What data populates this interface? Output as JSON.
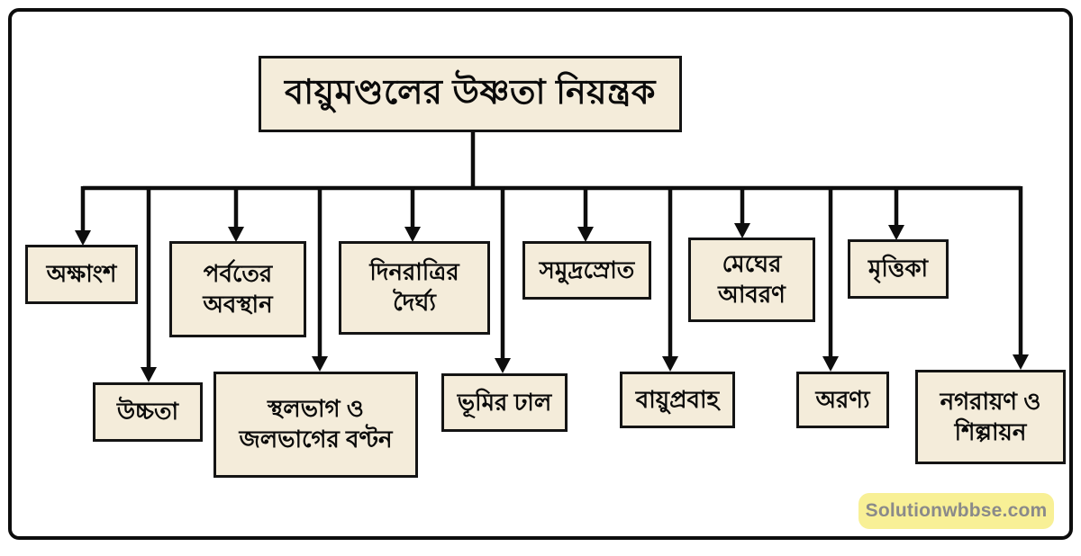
{
  "title": {
    "label": "বায়ুমণ্ডলের উষ্ণতা নিয়ন্ত্রক"
  },
  "nodes": [
    {
      "id": "latitude",
      "label": "অক্ষাংশ",
      "row": 1
    },
    {
      "id": "mountain-position",
      "label": "পর্বতের\nঅবস্থান",
      "row": 1
    },
    {
      "id": "day-night-length",
      "label": "দিনরাত্রির\nদৈর্ঘ্য",
      "row": 1
    },
    {
      "id": "ocean-currents",
      "label": "সমুদ্রস্রোত",
      "row": 1
    },
    {
      "id": "cloud-cover",
      "label": "মেঘের\nআবরণ",
      "row": 1
    },
    {
      "id": "soil",
      "label": "মৃত্তিকা",
      "row": 1
    },
    {
      "id": "altitude",
      "label": "উচ্চতা",
      "row": 2
    },
    {
      "id": "land-water-distribution",
      "label": "স্থলভাগ ও\nজলভাগের বণ্টন",
      "row": 2
    },
    {
      "id": "land-slope",
      "label": "ভূমির ঢাল",
      "row": 2
    },
    {
      "id": "wind-flow",
      "label": "বায়ুপ্রবাহ",
      "row": 2
    },
    {
      "id": "forest",
      "label": "অরণ্য",
      "row": 2
    },
    {
      "id": "urbanization-industrialization",
      "label": "নগরায়ণ ও\nশিল্পায়ন",
      "row": 2
    }
  ],
  "watermark": {
    "label": "Solutionwbbse.com"
  },
  "colors": {
    "box_fill": "#f4ecda",
    "box_border": "#141414",
    "line": "#0d0d0d",
    "badge_bg": "#f8f096",
    "badge_text": "#8a8a8a",
    "background": "#ffffff"
  }
}
